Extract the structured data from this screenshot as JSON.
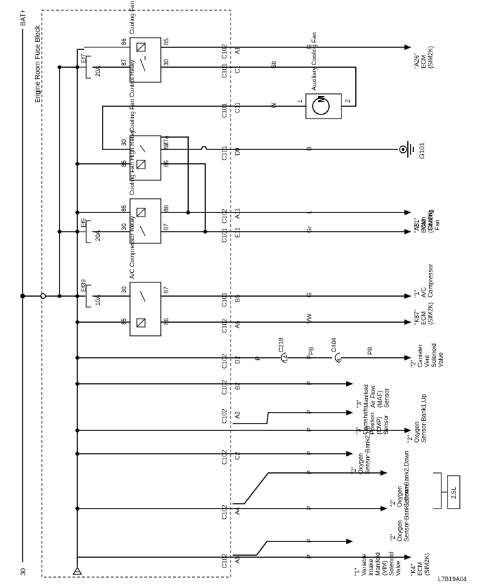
{
  "bus": {
    "bat": "BAT+",
    "ground": "30",
    "fuse_block": "Engine Room Fuse Block"
  },
  "fuses": [
    {
      "id": "Ef7",
      "rating": "20A"
    },
    {
      "id": "Ef6",
      "rating": "20A"
    },
    {
      "id": "Ef39",
      "rating": "10A"
    }
  ],
  "relays": [
    {
      "name": "Cooling Fan Low Relay",
      "pins": [
        "86",
        "85",
        "87",
        "30"
      ]
    },
    {
      "name": "Cooling Fan Control Relay",
      "pins": [
        "30",
        "87a",
        "85",
        "86",
        "87"
      ]
    },
    {
      "name": "Cooling Fan High Relay",
      "pins": [
        "85",
        "86",
        "30",
        "87"
      ]
    },
    {
      "name": "A/C Compressor Relay",
      "pins": [
        "30",
        "87",
        "85",
        "86"
      ]
    }
  ],
  "circuits": [
    {
      "connector": "C102",
      "pin": "A1",
      "color": "G",
      "dest_ref": "\"A26\"",
      "dest": "ECM (SIM2K)"
    },
    {
      "connector": "C101",
      "pin": "C1",
      "color": "Sb",
      "dest_ref": "",
      "dest": ""
    },
    {
      "connector": "C101",
      "pin": "C11",
      "color": "W",
      "dest_ref": "",
      "dest": ""
    },
    {
      "connector": "C101",
      "pin": "D9",
      "color": "B",
      "dest_ref": "",
      "dest": "G101"
    },
    {
      "connector": "C102",
      "pin": "A11",
      "color": "L",
      "dest_ref": "\"A51\"",
      "dest": "ECM (SIM2K)"
    },
    {
      "connector": "C101",
      "pin": "E11",
      "color": "Gr",
      "dest_ref": "\"2\"",
      "dest": "Main Cooling Fan"
    },
    {
      "connector": "C101",
      "pin": "B5",
      "color": "G",
      "dest_ref": "\"1\"",
      "dest": "A/C Compressor"
    },
    {
      "connector": "C102",
      "pin": "A6",
      "color": "VW",
      "dest_ref": "\"K87\"",
      "dest": "ECM (SIM2K)"
    },
    {
      "connector": "C102",
      "pin": "D2",
      "color": "P",
      "dest_ref": "\"2\"",
      "dest": "Canister Vent Solenoid Valve"
    },
    {
      "connector": "C102",
      "pin": "B2",
      "color": "P",
      "dest_ref": "\"3\"",
      "dest": "Manifold Air Flow (MAF) Sensor"
    },
    {
      "connector": "C102",
      "pin": "A2",
      "color": "P",
      "dest_ref": "\"3\"",
      "dest": "Camshaft Position (CMP) Sensor"
    },
    {
      "connector": "",
      "pin": "",
      "color": "P",
      "dest_ref": "\"2\"",
      "dest": "Oxygen Sensor-Bank1,Up"
    },
    {
      "connector": "C102",
      "pin": "C2",
      "color": "P",
      "dest_ref": "\"2\"",
      "dest": "Oxygen Sensor-Bank2,Up"
    },
    {
      "connector": "",
      "pin": "",
      "color": "P",
      "dest_ref": "\"2\"",
      "dest": "Oxygen Sensor-Bank2,Down"
    },
    {
      "connector": "C102",
      "pin": "A4",
      "color": "P",
      "dest_ref": "\"2\"",
      "dest": "Oxygen Sensor-Bank1,Down"
    },
    {
      "connector": "",
      "pin": "",
      "color": "P",
      "dest_ref": "\"1\"",
      "dest": "Variable Intake Manifold (VIM) Solenoid Valve"
    },
    {
      "connector": "C102",
      "pin": "A5",
      "color": "P",
      "dest_ref": "\"K4\"",
      "dest": "ECM (SIM2K)"
    }
  ],
  "inline": [
    {
      "connector": "C218",
      "pin": "14",
      "color": "PB"
    },
    {
      "connector": "C404",
      "pin": "8",
      "color": "PB"
    }
  ],
  "motor": {
    "name": "Auxiliary Cooling Fan",
    "symbol": "M",
    "pins": [
      "1",
      "2"
    ]
  },
  "variant": "2.5L",
  "figure_id": "L7B19A04"
}
